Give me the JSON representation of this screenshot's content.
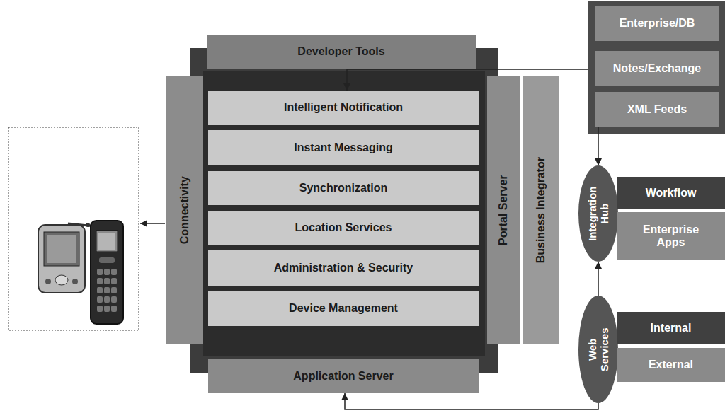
{
  "diagram": {
    "nodes": [
      {
        "text": [
          "Developer Tools"
        ]
      },
      {
        "text": [
          "Enterprise/DB"
        ]
      },
      {
        "text": [
          "Notes/Exchange"
        ]
      },
      {
        "text": [
          "XML Feeds"
        ]
      },
      {
        "text": [
          "Connectivity"
        ]
      },
      {
        "text": [
          "Intelligent Notification"
        ]
      },
      {
        "text": [
          "Instant Messaging"
        ]
      },
      {
        "text": [
          "Synchronization"
        ]
      },
      {
        "text": [
          "Location Services"
        ]
      },
      {
        "text": [
          "Administration & Security"
        ]
      },
      {
        "text": [
          "Device Management"
        ]
      },
      {
        "text": [
          "Portal Server"
        ]
      },
      {
        "text": [
          "Business Integrator"
        ]
      },
      {
        "text": [
          "Integration Hub"
        ]
      },
      {
        "text": [
          "Workflow"
        ]
      },
      {
        "text": [
          "Enterprise Apps"
        ]
      },
      {
        "text": [
          "Web Services"
        ]
      },
      {
        "text": [
          "Internal"
        ]
      },
      {
        "text": [
          "External"
        ]
      },
      {
        "text": [
          "Application Server"
        ]
      }
    ],
    "edges": [
      {
        "from": 2,
        "to": 5,
        "arrow": "to"
      },
      {
        "from": 3,
        "to": 13,
        "arrow": "to"
      },
      {
        "from": 16,
        "to": 13,
        "arrow": "to"
      },
      {
        "from": 16,
        "to": 19,
        "arrow": "to"
      }
    ]
  }
}
